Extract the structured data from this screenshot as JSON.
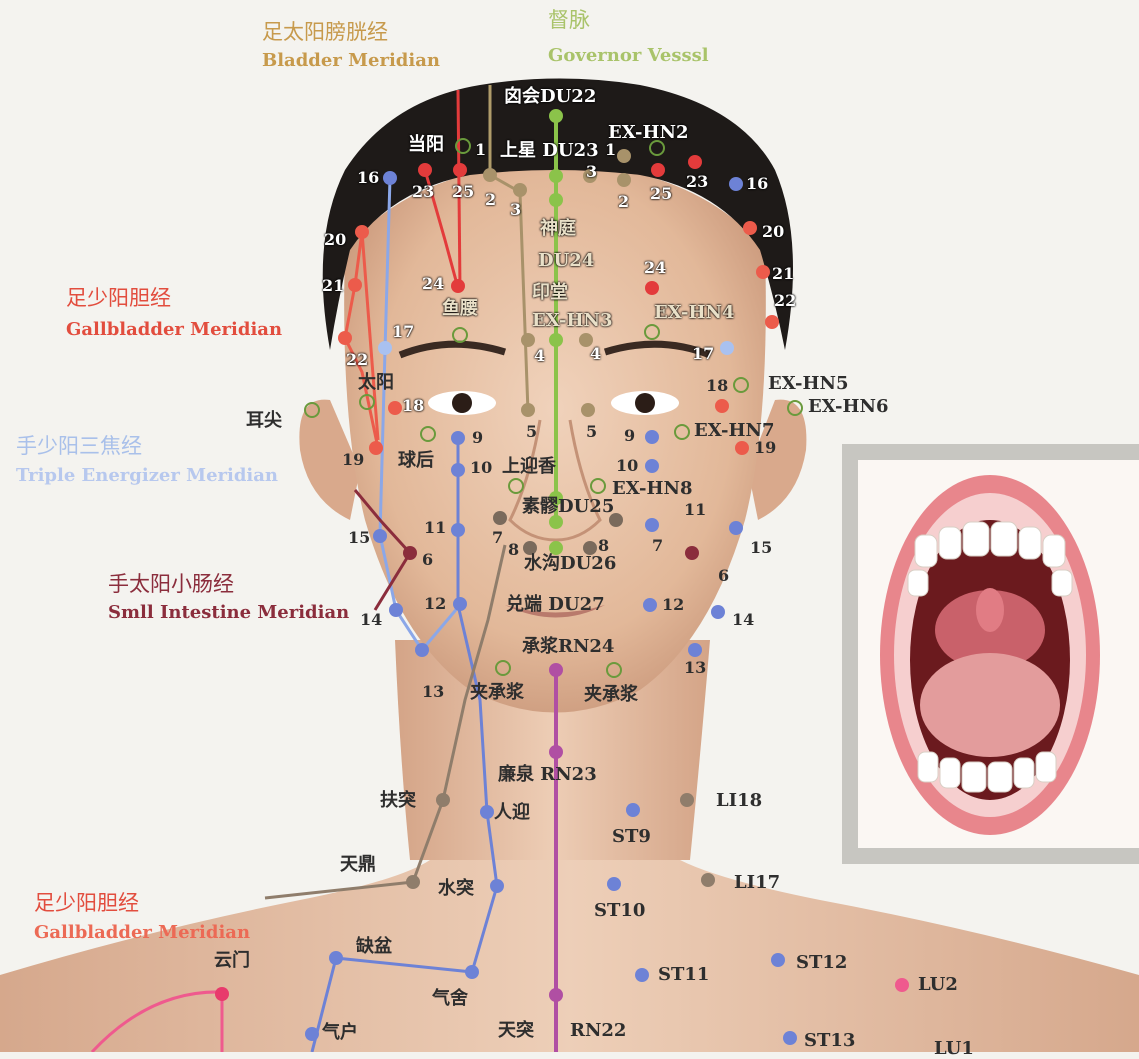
{
  "colors": {
    "bladder": "#e33b3b",
    "governor": "#8bc34a",
    "gallbladder": "#ec5b4b",
    "triple_energizer": "#8ba7e8",
    "small_intestine": "#8b2d3c",
    "yangming_brown": "#9a8f7d",
    "stomach": "#6d82d6",
    "conception": "#b04fa3",
    "lung": "#ef5a8e",
    "extra": "#6a9a3c",
    "skin": "#e9c7ad",
    "hair": "#1e1a18"
  },
  "meridians": {
    "bladder": {
      "cn": "足太阳膀胱经",
      "en": "Bladder Meridian"
    },
    "governor": {
      "cn": "督脉",
      "en": "Governor Vesssl"
    },
    "gallbladder": {
      "cn": "足少阳胆经",
      "en": "Gallbladder Meridian"
    },
    "triple_energizer": {
      "cn": "手少阳三焦经",
      "en": "Triple Energizer Meridian"
    },
    "small_intestine": {
      "cn": "手太阳小肠经",
      "en": "Smll Intestine Meridian"
    },
    "gallbladder2": {
      "cn": "足少阳胆经",
      "en": "Gallbladder Meridian"
    }
  },
  "points": {
    "baihui": "囟会DU22",
    "shangxing": "上星 DU23",
    "dangyang": "当阳",
    "ex_hn2": "EX-HN2",
    "shenting": "神庭",
    "du24": "DU24",
    "yintang": "印堂",
    "ex_hn3": "EX-HN3",
    "yuyao": "鱼腰",
    "ex_hn4": "EX-HN4",
    "taiyang": "太阳",
    "ex_hn5": "EX-HN5",
    "ex_hn6": "EX-HN6",
    "erjian": "耳尖",
    "ex_hn7": "EX-HN7",
    "qiuhou": "球后",
    "shangyingxiang": "上迎香",
    "ex_hn8": "EX-HN8",
    "suliao": "素髎DU25",
    "shuigou": "水沟DU26",
    "duiduan": "兑端 DU27",
    "chengjiang": "承浆RN24",
    "jiachengjiang_l": "夹承浆",
    "jiachengjiang_r": "夹承浆",
    "lianquan": "廉泉 RN23",
    "futu": "扶突",
    "renying": "人迎",
    "tianding": "天鼎",
    "shuitu": "水突",
    "quepen": "缺盆",
    "qishe": "气舍",
    "yunmen": "云门",
    "qihu": "气户",
    "tiantu": "天突",
    "rn22": "RN22",
    "li18": "LI18",
    "li17": "LI17",
    "st9": "ST9",
    "st10": "ST10",
    "st11": "ST11",
    "st12": "ST12",
    "st13": "ST13",
    "lu2": "LU2",
    "lu1": "LU1"
  },
  "numbers": {
    "n1": "1",
    "n2": "2",
    "n3": "3",
    "n4": "4",
    "n5": "5",
    "n6": "6",
    "n7": "7",
    "n8": "8",
    "n9": "9",
    "n10": "10",
    "n11": "11",
    "n12": "12",
    "n13": "13",
    "n14": "14",
    "n15": "15",
    "n16": "16",
    "n17": "17",
    "n18": "18",
    "n19": "19",
    "n20": "20",
    "n21": "21",
    "n22": "22",
    "n23": "23",
    "n24": "24",
    "n25": "25"
  },
  "inset": {
    "subject": "open-mouth-illustration"
  }
}
